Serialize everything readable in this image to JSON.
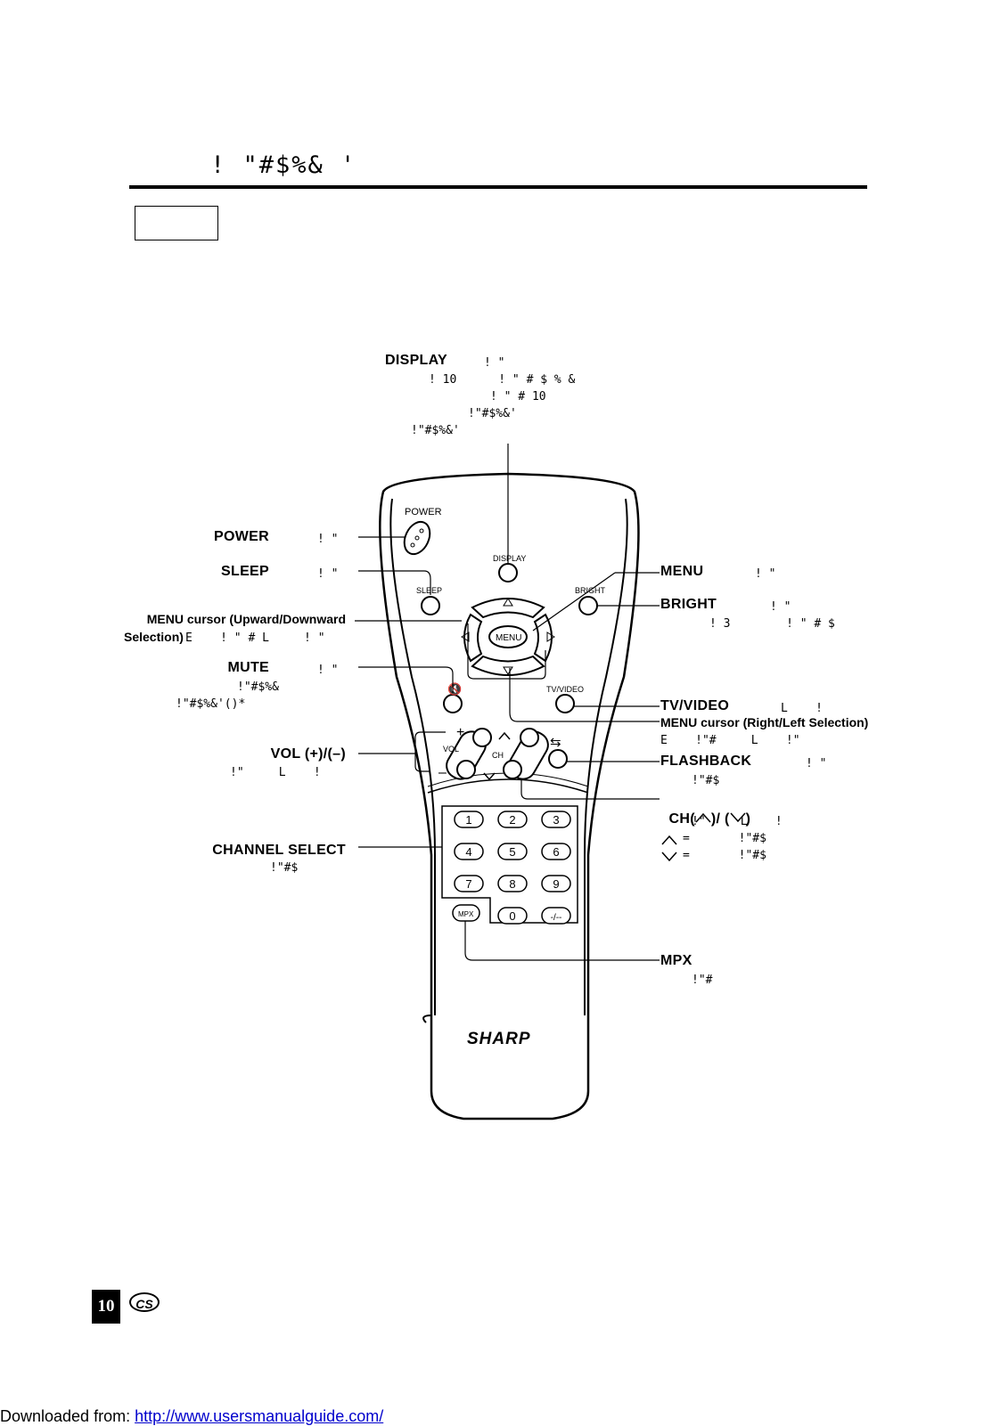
{
  "header": {
    "title": "! \"#$%& '"
  },
  "labels": {
    "display": {
      "name": "DISPLAY",
      "lines": [
        "! \"",
        "! 10      ! \" # $ % &",
        "! \" # 10",
        "!\"#$%&'",
        "!\"#$%&'"
      ]
    },
    "power": {
      "name": "POWER",
      "desc": "! \""
    },
    "sleep": {
      "name": "SLEEP",
      "desc": "! \""
    },
    "menu_ud": {
      "name1": "MENU cursor (Upward/Downward",
      "name2": "Selection)",
      "desc": "E    ! \" # L     ! \""
    },
    "mute": {
      "name": "MUTE",
      "desc": "! \"",
      "lines": [
        "!\"#$%&",
        "!\"#$%&'()*"
      ]
    },
    "vol": {
      "name": "VOL (+)/(–)",
      "desc": "!\"     L    !"
    },
    "channel_select": {
      "name": "CHANNEL SELECT",
      "desc": "!\"#$"
    },
    "menu": {
      "name": "MENU",
      "desc": "! \""
    },
    "bright": {
      "name": "BRIGHT",
      "desc": "! \"",
      "line2": "! 3        ! \" # $"
    },
    "tv_video": {
      "name": "TV/VIDEO",
      "desc": "L    !"
    },
    "menu_rl": {
      "name": "MENU cursor (Right/Left Selection)",
      "desc": "E    !\"#     L    !\""
    },
    "flashback": {
      "name": "FLASHBACK",
      "desc": "! \"",
      "line2": "!\"#$"
    },
    "ch": {
      "name": "CH(",
      "mid": ")/ (",
      "end": ")",
      "desc": "!\"     L    !",
      "up_desc": "=       !\"#$",
      "down_desc": "=       !\"#$"
    },
    "mpx": {
      "name": "MPX",
      "desc": "!\"#"
    }
  },
  "remote": {
    "power": "POWER",
    "display": "DISPLAY",
    "sleep": "SLEEP",
    "bright": "BRIGHT",
    "menu": "MENU",
    "tv_video": "TV/VIDEO",
    "vol": "VOL",
    "ch": "CH",
    "mpx": "MPX",
    "brand": "SHARP",
    "digits": [
      "1",
      "2",
      "3",
      "4",
      "5",
      "6",
      "7",
      "8",
      "9",
      "0",
      "-/--"
    ]
  },
  "footer": {
    "page": "10",
    "lang": "CS",
    "download_prefix": "Downloaded from: ",
    "download_url": "http://www.usersmanualguide.com/"
  }
}
